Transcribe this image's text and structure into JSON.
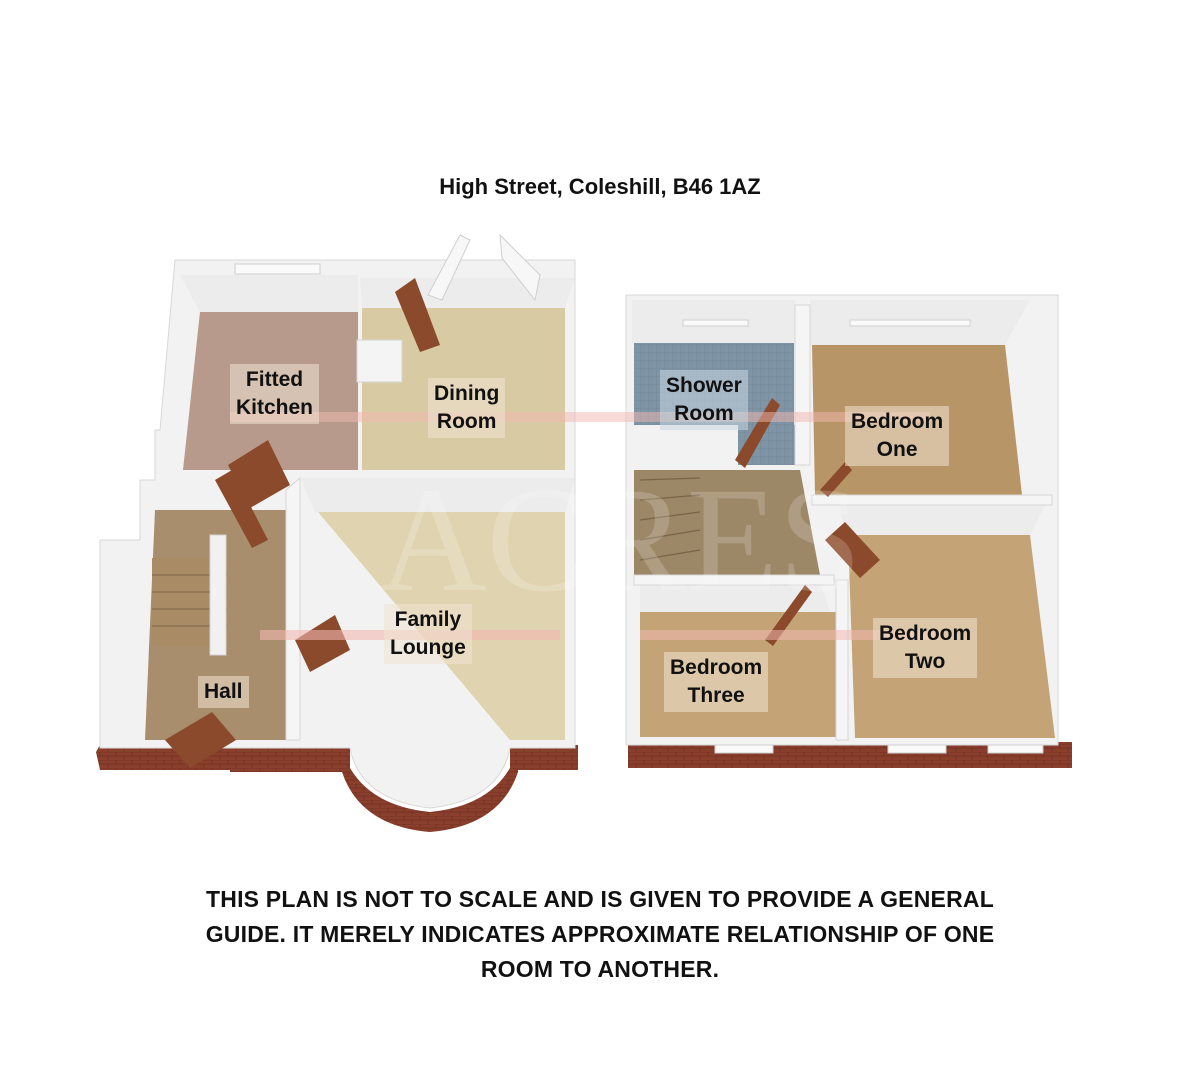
{
  "header": {
    "address": "High Street, Coleshill, B46 1AZ"
  },
  "watermark": {
    "text": "ACRES",
    "band_color": "#f2b8b0"
  },
  "floors": [
    {
      "name": "ground-floor",
      "rooms": [
        {
          "id": "fitted-kitchen",
          "line1": "Fitted",
          "line2": "Kitchen",
          "floor_color": "#b79a8c"
        },
        {
          "id": "dining-room",
          "line1": "Dining",
          "line2": "Room",
          "floor_color": "#d8cba3"
        },
        {
          "id": "hall",
          "line1": "Hall",
          "line2": "",
          "floor_color": "#a88e6c"
        },
        {
          "id": "family-lounge",
          "line1": "Family",
          "line2": "Lounge",
          "floor_color": "#e0d3b0"
        }
      ]
    },
    {
      "name": "first-floor",
      "rooms": [
        {
          "id": "shower-room",
          "line1": "Shower",
          "line2": "Room",
          "floor_color": "#7d93a4"
        },
        {
          "id": "bedroom-one",
          "line1": "Bedroom",
          "line2": "One",
          "floor_color": "#b89566"
        },
        {
          "id": "bedroom-two",
          "line1": "Bedroom",
          "line2": "Two",
          "floor_color": "#c4a477"
        },
        {
          "id": "bedroom-three",
          "line1": "Bedroom",
          "line2": "Three",
          "floor_color": "#c4a477"
        },
        {
          "id": "landing",
          "line1": "",
          "line2": "",
          "floor_color": "#9c8766"
        }
      ]
    }
  ],
  "colors": {
    "wall_top": "#ffffff",
    "wall_side": "#e8e8e8",
    "brick": "#8a3f2c",
    "door": "#8b4a2b"
  },
  "disclaimer": {
    "line1": "THIS PLAN IS NOT TO SCALE AND IS GIVEN TO PROVIDE A GENERAL",
    "line2": "GUIDE. IT MERELY INDICATES APPROXIMATE RELATIONSHIP OF ONE",
    "line3": "ROOM TO ANOTHER."
  }
}
